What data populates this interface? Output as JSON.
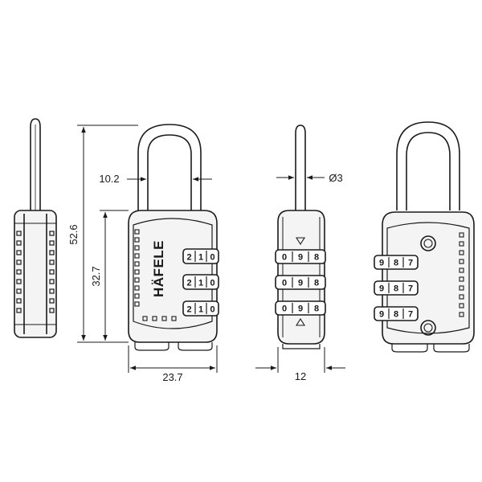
{
  "brand": "HÄFELE",
  "dimensions": {
    "total_height": "52.6",
    "body_height": "32.7",
    "body_width": "23.7",
    "shackle_clearance": "10.2",
    "shackle_diameter": "Ø3",
    "body_depth": "12"
  },
  "dial_digits": {
    "front": [
      "2",
      "1",
      "0"
    ],
    "side": [
      "0",
      "9",
      "8"
    ],
    "back": [
      "9",
      "8",
      "7"
    ]
  },
  "colors": {
    "line": "#1a1a1a",
    "body_fill": "#f4f4f4",
    "background": "#ffffff"
  }
}
